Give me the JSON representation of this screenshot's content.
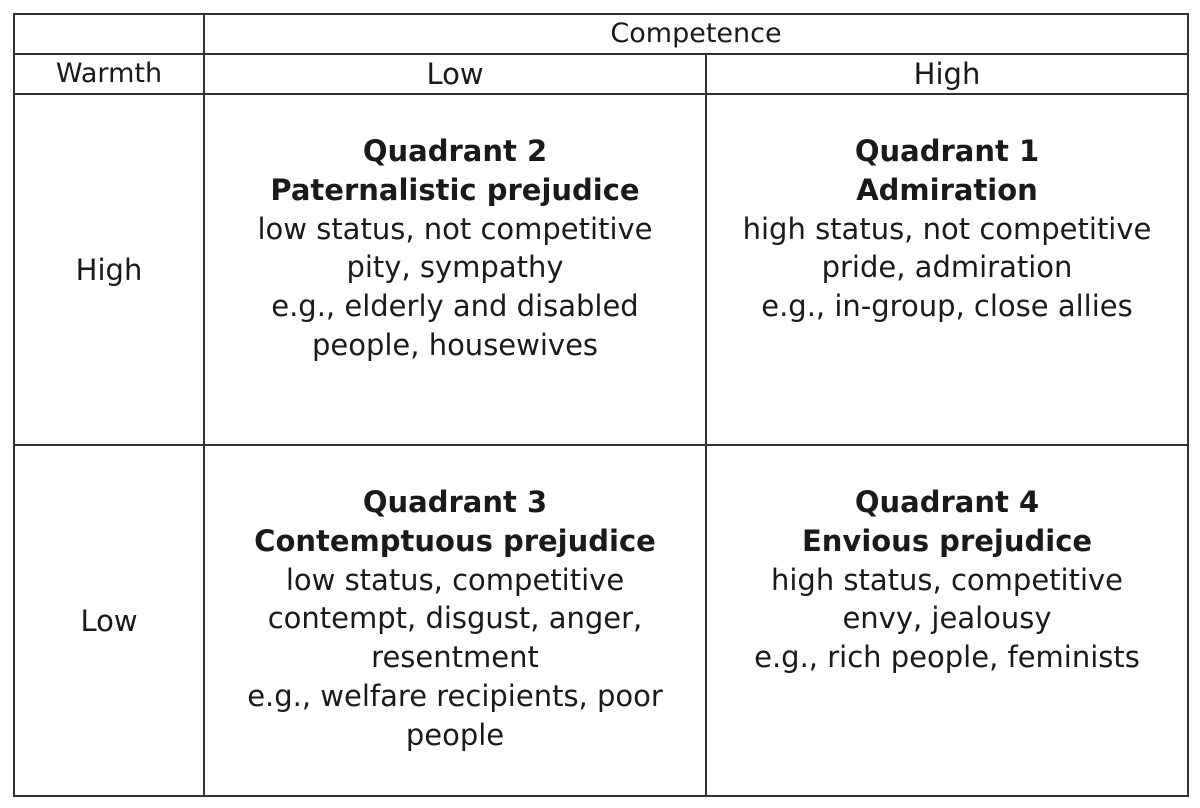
{
  "table": {
    "competence_header": "Competence",
    "warmth_header": "Warmth",
    "competence_low": "Low",
    "competence_high": "High",
    "warmth_high": "High",
    "warmth_low": "Low"
  },
  "quadrants": {
    "q2": {
      "number": "Quadrant 2",
      "name": "Paternalistic prejudice",
      "lines": [
        "low status, not competitive",
        "pity, sympathy",
        "e.g., elderly and disabled",
        "people, housewives"
      ]
    },
    "q1": {
      "number": "Quadrant 1",
      "name": "Admiration",
      "lines": [
        "high status, not competitive",
        "pride, admiration",
        "e.g., in-group, close allies"
      ]
    },
    "q3": {
      "number": "Quadrant 3",
      "name": "Contemptuous prejudice",
      "lines": [
        "low status, competitive",
        "contempt, disgust, anger,",
        "resentment",
        "e.g., welfare recipients, poor",
        "people"
      ]
    },
    "q4": {
      "number": "Quadrant 4",
      "name": "Envious prejudice",
      "lines": [
        "high status, competitive",
        "envy, jealousy",
        "e.g., rich people, feminists"
      ]
    }
  }
}
